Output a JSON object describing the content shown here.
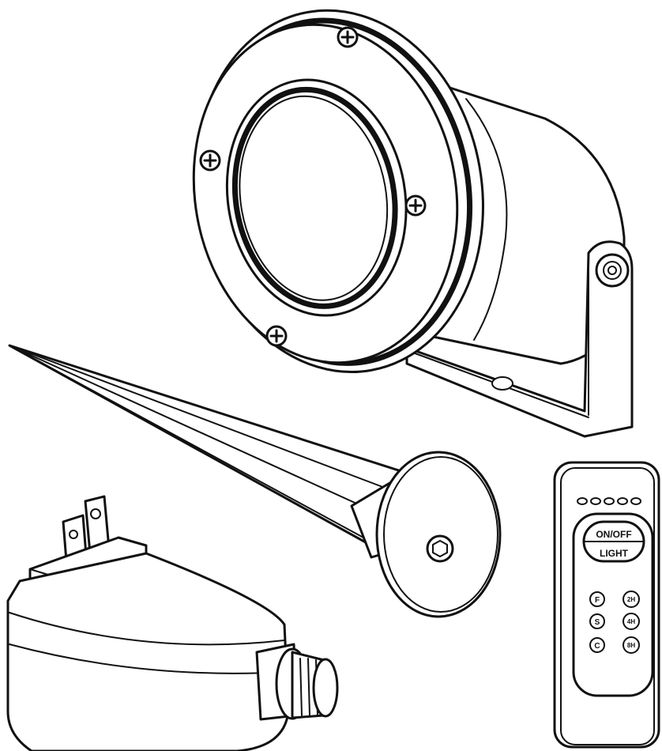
{
  "remote": {
    "power_label": "ON/OFF",
    "light_label": "LIGHT",
    "mode_buttons": [
      "F",
      "S",
      "C"
    ],
    "timer_buttons": [
      "2H",
      "4H",
      "8H"
    ]
  }
}
